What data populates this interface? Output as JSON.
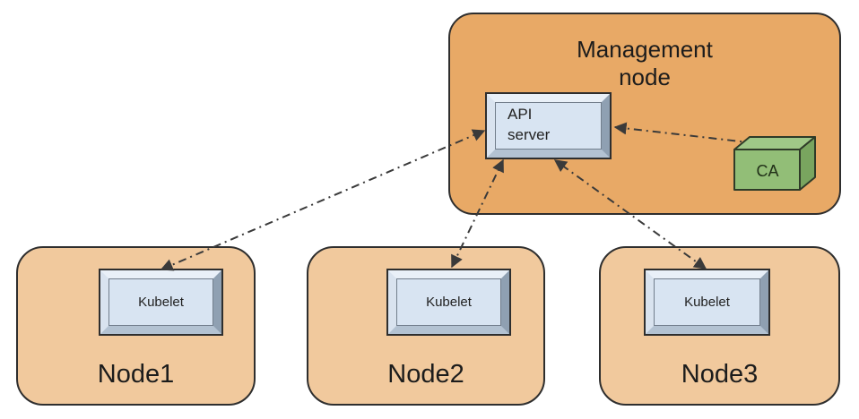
{
  "diagram": {
    "management_node": {
      "label": "Management\nnode",
      "api_server_label": "API\nserver",
      "ca_label": "CA"
    },
    "nodes": [
      {
        "label": "Node1",
        "kubelet_label": "Kubelet"
      },
      {
        "label": "Node2",
        "kubelet_label": "Kubelet"
      },
      {
        "label": "Node3",
        "kubelet_label": "Kubelet"
      }
    ],
    "connections": [
      {
        "from": "Kubelet (Node1)",
        "to": "API server",
        "style": "dash-dot",
        "bidirectional": true
      },
      {
        "from": "Kubelet (Node2)",
        "to": "API server",
        "style": "dash-dot",
        "bidirectional": true
      },
      {
        "from": "Kubelet (Node3)",
        "to": "API server",
        "style": "dash-dot",
        "bidirectional": true
      },
      {
        "from": "API server",
        "to": "CA",
        "style": "dash-dot",
        "bidirectional": true
      }
    ]
  },
  "colors": {
    "background": "#FFFFFF",
    "management_fill": "#E8A966",
    "node_fill": "#F1C99D",
    "box_border": "#2E2E2E",
    "panel_fill": "#D8E4F2",
    "bevel_light": "#E9F0F8",
    "bevel_left": "#D9E3EF",
    "bevel_right": "#8FA0B2",
    "bevel_bottom": "#B3C2D2",
    "ca_front": "#92BE77",
    "ca_top": "#A0C887",
    "ca_side": "#79A55F",
    "ca_border": "#2F3B28",
    "arrow": "#3A3A3A",
    "text": "#1C1C1C"
  }
}
